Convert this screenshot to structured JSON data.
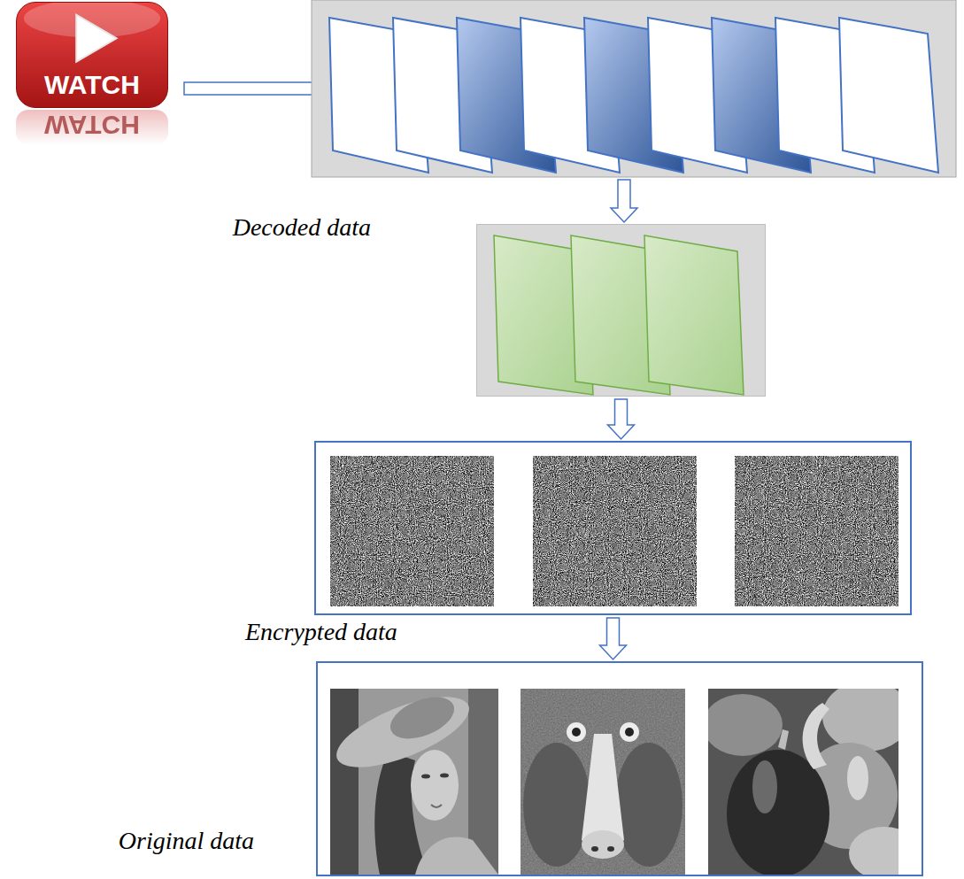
{
  "diagram": {
    "nodes": [
      {
        "text": [
          "WATCH"
        ]
      },
      {
        "text": [
          "Decoded data"
        ]
      },
      {
        "text": [
          "Encrypted data"
        ]
      },
      {
        "text": [
          "Original data"
        ]
      }
    ],
    "edges": [
      {
        "from": 1,
        "to": 2,
        "arrow": "to"
      },
      {
        "from": 2,
        "to": 3,
        "arrow": "to"
      }
    ],
    "labels": [
      "WATCH"
    ]
  }
}
